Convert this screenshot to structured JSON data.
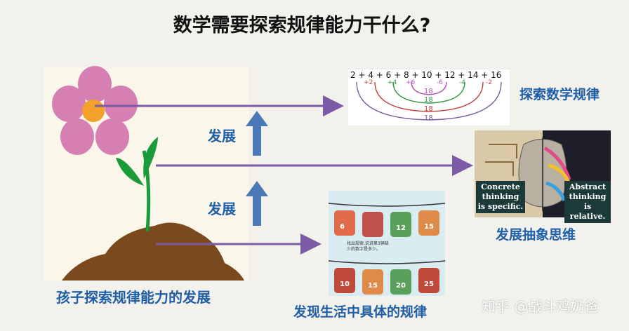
{
  "title": "数学需要探索规律能力干什么?",
  "labels": {
    "develop_top": "发展",
    "develop_bottom": "发展",
    "explore_math": "探索数学规律",
    "abstract_thinking": "发展抽象思维",
    "kid_development": "孩子探索规律能力的发展",
    "life_patterns": "发现生活中具体的规律"
  },
  "formula": {
    "sequence": "2 + 4 + 6 + 8 + 10 + 12 + 14 + 16",
    "diffs": [
      "+2",
      "+4",
      "+6",
      "-6",
      "-4",
      "-2"
    ],
    "sums": [
      "18",
      "18",
      "18",
      "18"
    ]
  },
  "face": {
    "left_text": "Concrete thinking is specific.",
    "right_text": "Abstract thinking is relative."
  },
  "cable_cars": {
    "top_numbers": [
      "6",
      "12",
      "15"
    ],
    "bottom_numbers": [
      "10",
      "15",
      "20",
      "25"
    ],
    "note": "找出规律,说说第3辆缺少的数字是多少。"
  },
  "watermark": "知乎 @战斗鸡奶爸",
  "colors": {
    "title": "#111111",
    "label": "#1f5fa8",
    "arrow": "#7b5aa6",
    "up_arrow": "#4a79b6",
    "petal": "#d57fb3",
    "flower_center": "#f3a12a",
    "stem": "#1a9b3a",
    "soil": "#7a4a1e"
  }
}
